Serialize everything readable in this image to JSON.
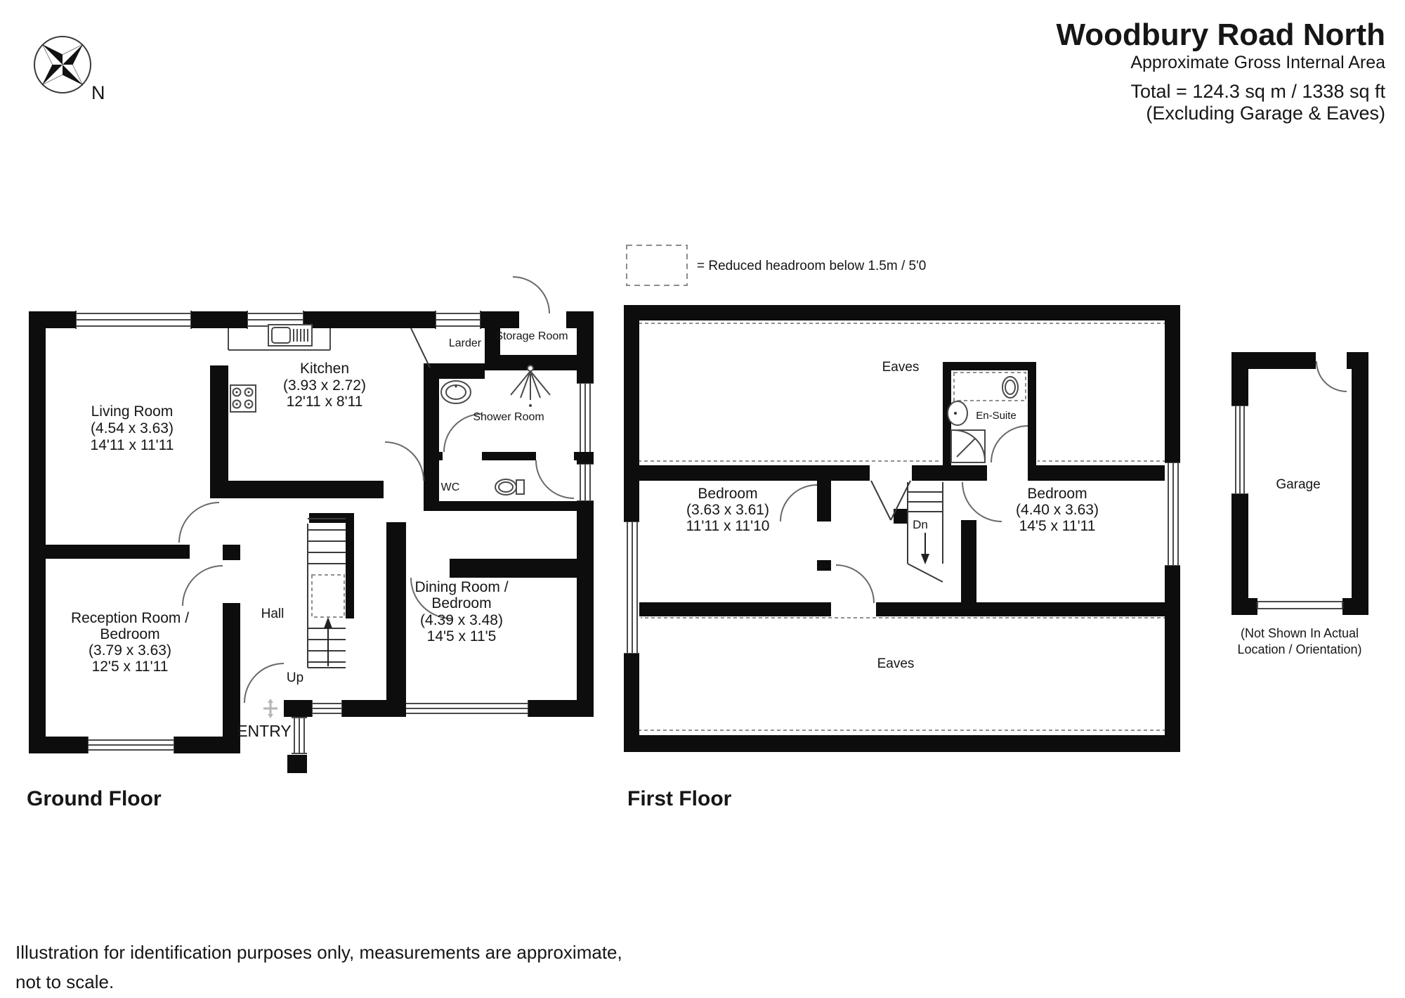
{
  "header": {
    "title": "Woodbury Road North",
    "subtitle": "Approximate Gross Internal Area",
    "total": "Total = 124.3 sq m / 1338 sq ft",
    "excluding": "(Excluding Garage & Eaves)"
  },
  "compass": {
    "north": "N"
  },
  "legend": {
    "label": "= Reduced headroom below 1.5m / 5'0"
  },
  "ground_floor": {
    "title": "Ground Floor",
    "living": {
      "name": "Living Room",
      "metric": "(4.54 x 3.63)",
      "imperial": "14'11 x 11'11"
    },
    "kitchen": {
      "name": "Kitchen",
      "metric": "(3.93 x 2.72)",
      "imperial": "12'11 x 8'11"
    },
    "reception": {
      "name": "Reception Room /",
      "name2": "Bedroom",
      "metric": "(3.79 x 3.63)",
      "imperial": "12'5 x 11'11"
    },
    "dining": {
      "name": "Dining Room /",
      "name2": "Bedroom",
      "metric": "(4.39 x 3.48)",
      "imperial": "14'5 x 11'5"
    },
    "larder": "Larder",
    "storage": "Storage Room",
    "shower": "Shower Room",
    "wc": "WC",
    "hall": "Hall",
    "up": "Up",
    "entry": "ENTRY"
  },
  "first_floor": {
    "title": "First Floor",
    "eaves_top": "Eaves",
    "eaves_bottom": "Eaves",
    "ensuite": "En-Suite",
    "down": "Dn",
    "bedroom_left": {
      "name": "Bedroom",
      "metric": "(3.63 x 3.61)",
      "imperial": "11'11 x 11'10"
    },
    "bedroom_right": {
      "name": "Bedroom",
      "metric": "(4.40 x 3.63)",
      "imperial": "14'5 x 11'11"
    }
  },
  "garage": {
    "name": "Garage",
    "note1": "(Not Shown In Actual",
    "note2": "Location / Orientation)"
  },
  "footer": {
    "line1": "Illustration for identification purposes only, measurements are approximate,",
    "line2": "not to scale."
  }
}
